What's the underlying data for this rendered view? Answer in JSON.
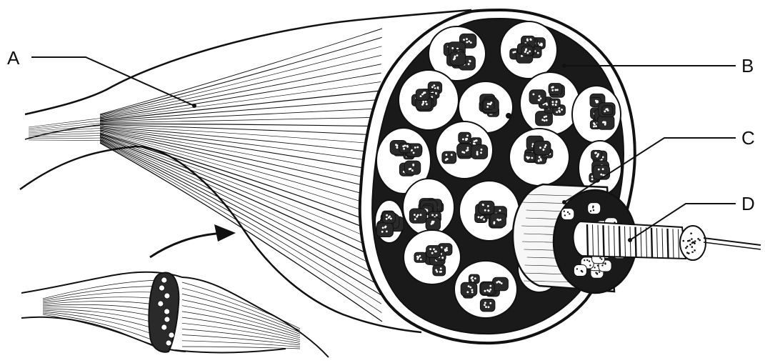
{
  "diagram": {
    "labels": {
      "a": "A",
      "b": "B",
      "c": "C",
      "d": "D"
    },
    "colors": {
      "ink": "#111111",
      "fill_light": "#f7f7f7",
      "fill_white": "#ffffff",
      "fill_dark": "#2a2a2a"
    }
  }
}
